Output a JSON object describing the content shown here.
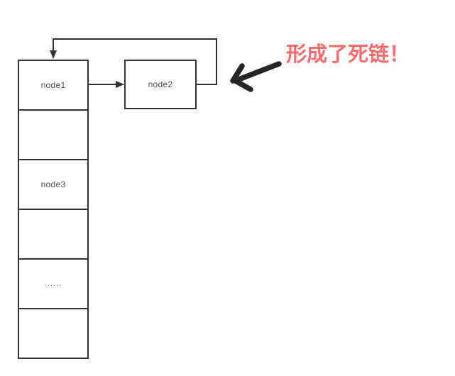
{
  "diagram": {
    "title_annotation": {
      "text": "形成了死链！",
      "color": "#fa6b6b"
    },
    "column_cells": [
      {
        "label": "node1"
      },
      {
        "label": ""
      },
      {
        "label": "node3"
      },
      {
        "label": ""
      },
      {
        "label": "......"
      },
      {
        "label": ""
      }
    ],
    "node2": {
      "label": "node2"
    },
    "connectors": [
      {
        "name": "next-pointer-arrow",
        "from": "node1",
        "to": "node2"
      },
      {
        "name": "cycle-pointer-arrow",
        "from": "node2",
        "to": "node1",
        "note": "loops from node2 right side up and back down into node1 top"
      },
      {
        "name": "annotation-arrow",
        "points_at": "cycle corner near node2"
      }
    ],
    "colors": {
      "background": "#ffffff",
      "box_border": "#333333",
      "box_fill": "#ffffff",
      "line": "#333333",
      "node_text": "#4d4d4d",
      "annotation_arrow": "#262626",
      "annotation_text": "#fa6b6b"
    }
  }
}
